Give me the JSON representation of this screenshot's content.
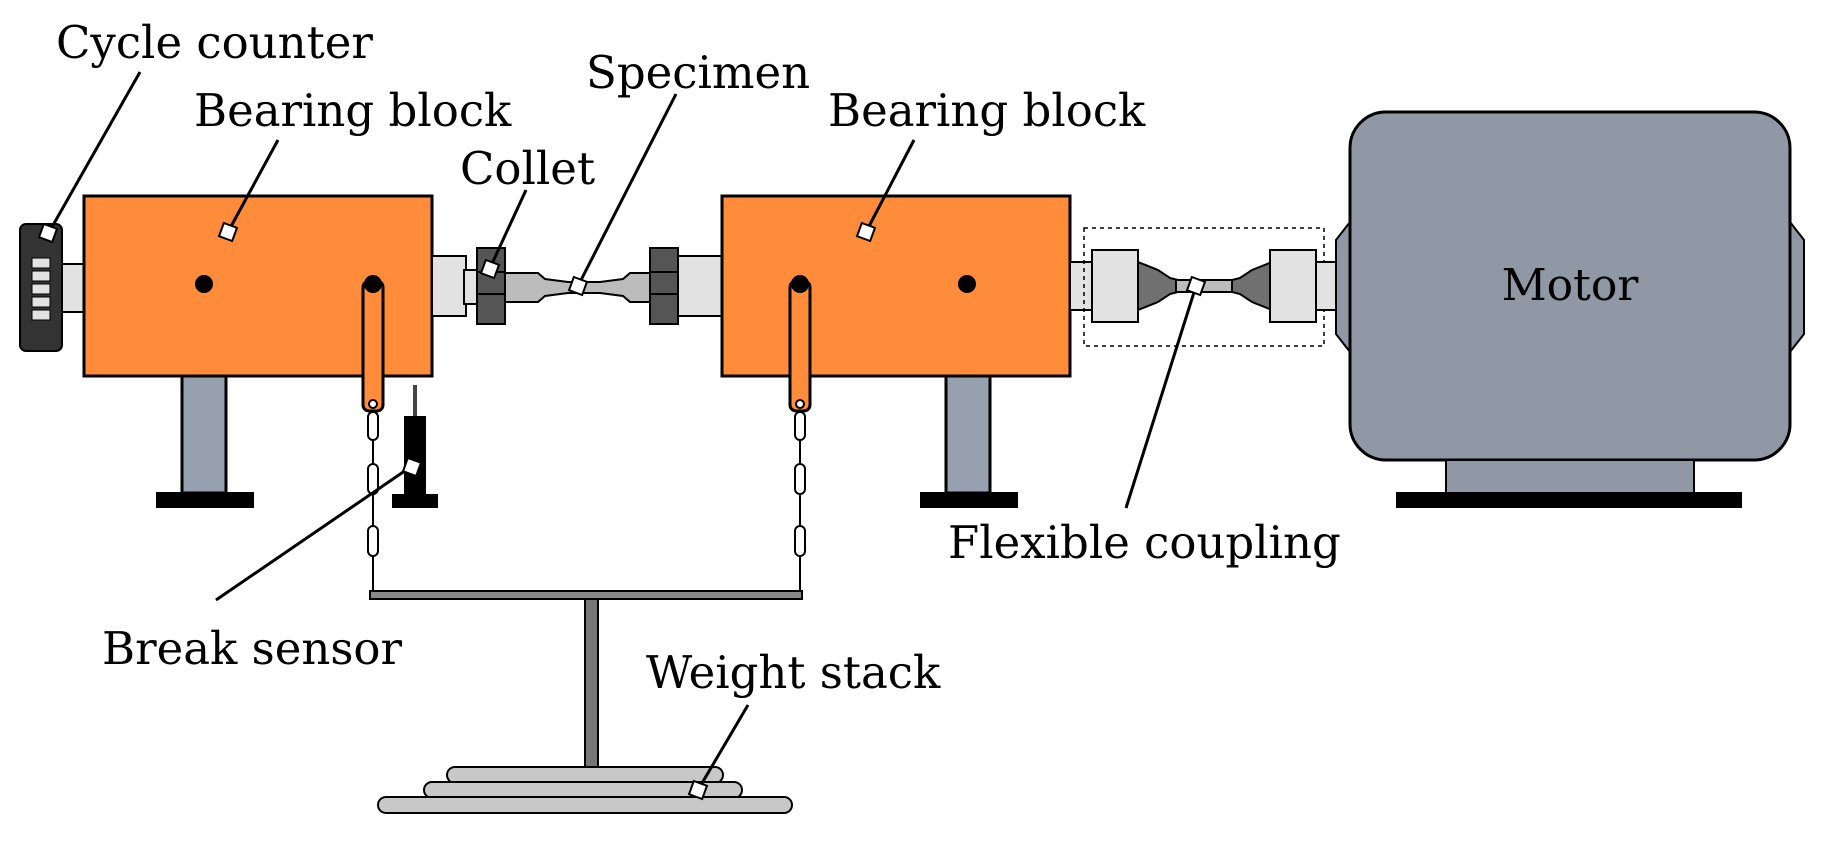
{
  "labels": {
    "cycle_counter": "Cycle counter",
    "bearing_block_left": "Bearing block",
    "bearing_block_right": "Bearing block",
    "collet": "Collet",
    "specimen": "Specimen",
    "motor": "Motor",
    "flexible_coupling": "Flexible coupling",
    "break_sensor": "Break sensor",
    "weight_stack": "Weight stack"
  },
  "colors": {
    "bearing_block": "#ff8c3a",
    "support_post": "#96a0ae",
    "motor_body": "#9098a6",
    "shaft": "#e2e2e2",
    "collet": "#555555",
    "weight_plate": "#c8c8c8",
    "counter": "#333333"
  }
}
